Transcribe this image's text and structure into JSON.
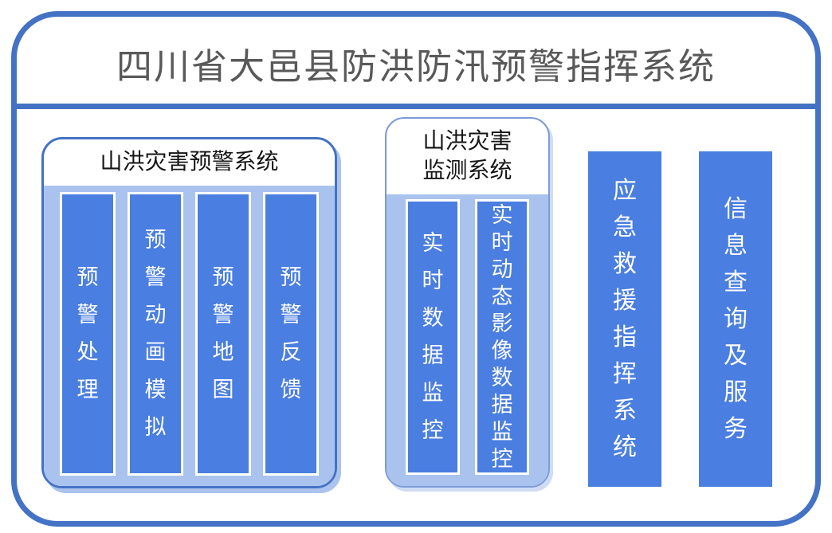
{
  "title": "四川省大邑县防洪防汛预警指挥系统",
  "colors": {
    "frame_border": "#4472c4",
    "divider": "#4472c4",
    "bar_fill": "#4a7ee0",
    "panel_light_blue": "#a9c3ee",
    "monitor_group_border": "#7d9bd8",
    "title_text": "#595959",
    "bar_text": "#ffffff"
  },
  "groups": [
    {
      "title": "山洪灾害预警系统",
      "bars": [
        {
          "label": "预警处理"
        },
        {
          "label": "预警动画模拟"
        },
        {
          "label": "预警地图"
        },
        {
          "label": "预警反馈"
        }
      ]
    },
    {
      "title": "山洪灾害\n监测系统",
      "bars": [
        {
          "label": "实时数据监控"
        },
        {
          "label": "实时动态影像数据监控"
        }
      ]
    }
  ],
  "standalone_bars": [
    {
      "label": "应急救援指挥系统"
    },
    {
      "label": "信息查询及服务"
    }
  ]
}
